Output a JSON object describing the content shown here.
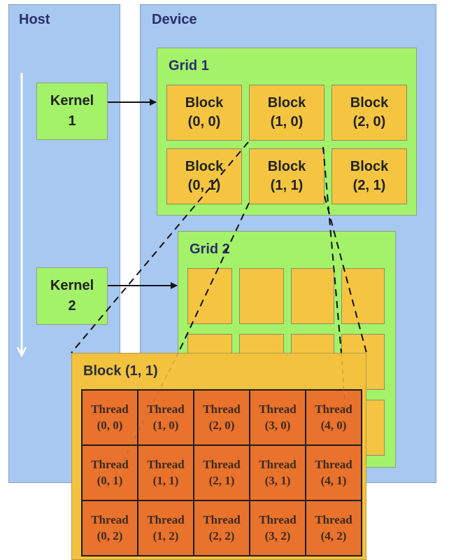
{
  "host": {
    "title": "Host"
  },
  "device": {
    "title": "Device"
  },
  "kernels": [
    {
      "label": "Kernel\n1"
    },
    {
      "label": "Kernel\n2"
    }
  ],
  "grid1": {
    "title": "Grid 1",
    "blocks": [
      {
        "name": "Block",
        "coord": "(0, 0)"
      },
      {
        "name": "Block",
        "coord": "(1, 0)"
      },
      {
        "name": "Block",
        "coord": "(2, 0)"
      },
      {
        "name": "Block",
        "coord": "(0, 1)"
      },
      {
        "name": "Block",
        "coord": "(1, 1)"
      },
      {
        "name": "Block",
        "coord": "(2, 1)"
      }
    ]
  },
  "grid2": {
    "title": "Grid 2"
  },
  "block_detail": {
    "title": "Block (1, 1)",
    "threads": [
      [
        {
          "name": "Thread",
          "coord": "(0, 0)"
        },
        {
          "name": "Thread",
          "coord": "(1, 0)"
        },
        {
          "name": "Thread",
          "coord": "(2, 0)"
        },
        {
          "name": "Thread",
          "coord": "(3, 0)"
        },
        {
          "name": "Thread",
          "coord": "(4, 0)"
        }
      ],
      [
        {
          "name": "Thread",
          "coord": "(0, 1)"
        },
        {
          "name": "Thread",
          "coord": "(1, 1)"
        },
        {
          "name": "Thread",
          "coord": "(2, 1)"
        },
        {
          "name": "Thread",
          "coord": "(3, 1)"
        },
        {
          "name": "Thread",
          "coord": "(4, 1)"
        }
      ],
      [
        {
          "name": "Thread",
          "coord": "(0, 2)"
        },
        {
          "name": "Thread",
          "coord": "(1, 2)"
        },
        {
          "name": "Thread",
          "coord": "(2, 2)"
        },
        {
          "name": "Thread",
          "coord": "(3, 2)"
        },
        {
          "name": "Thread",
          "coord": "(4, 2)"
        }
      ]
    ]
  },
  "colors": {
    "panel": "#a7c8f0",
    "green": "#a3f26a",
    "block": "#f5c542",
    "thread": "#e9722c"
  }
}
